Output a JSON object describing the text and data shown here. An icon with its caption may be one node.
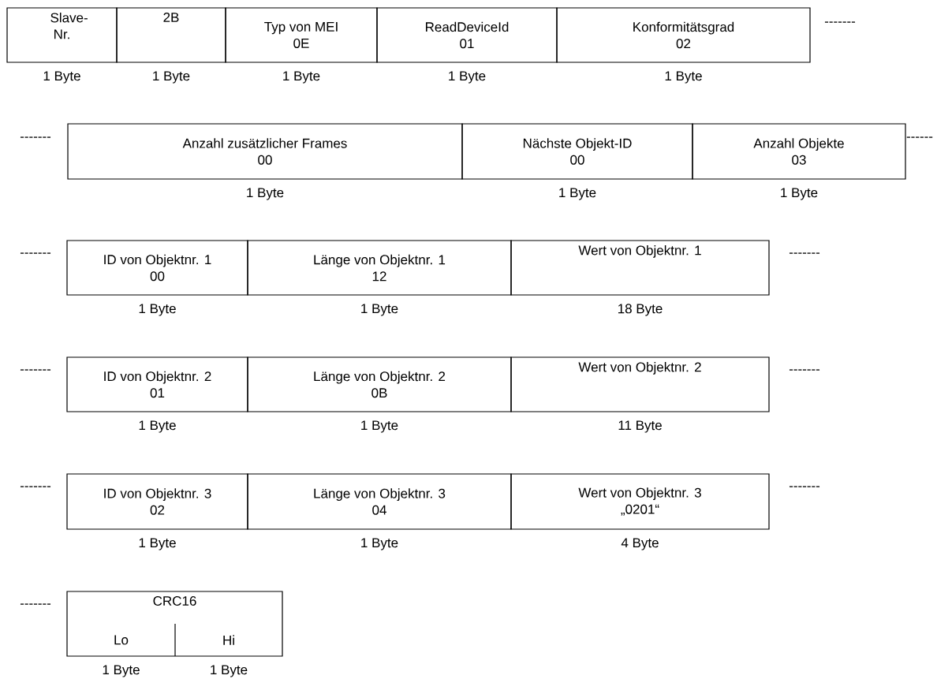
{
  "diagram": {
    "nodes": [
      {
        "text": [
          "Slave- Nr."
        ],
        "beside": [
          "1 Byte"
        ]
      },
      {
        "text": [
          "2B"
        ],
        "beside": [
          "1 Byte"
        ]
      },
      {
        "text": [
          "Typ von MEI",
          "0E"
        ],
        "beside": [
          "1 Byte"
        ]
      },
      {
        "text": [
          "ReadDeviceId",
          "01"
        ],
        "beside": [
          "1 Byte"
        ]
      },
      {
        "text": [
          "Konformitätsgrad",
          "02"
        ],
        "beside": [
          "1 Byte"
        ]
      },
      {
        "text": [
          "Anzahl zusätzlicher Frames",
          "00"
        ],
        "beside": [
          "1 Byte"
        ]
      },
      {
        "text": [
          "Nächste Objekt-ID",
          "00"
        ],
        "beside": [
          "1 Byte"
        ]
      },
      {
        "text": [
          "Anzahl Objekte",
          "03"
        ],
        "beside": [
          "1 Byte"
        ]
      },
      {
        "text": [
          "ID von Objektnr. 1",
          "00"
        ],
        "beside": [
          "1 Byte"
        ]
      },
      {
        "text": [
          "Länge von Objektnr. 1",
          "12"
        ],
        "beside": [
          "1 Byte"
        ]
      },
      {
        "text": [
          "Wert von Objektnr. 1"
        ],
        "beside": [
          "18 Byte"
        ]
      },
      {
        "text": [
          "ID von Objektnr. 2",
          "01"
        ],
        "beside": [
          "1 Byte"
        ]
      },
      {
        "text": [
          "Länge von Objektnr. 2",
          "0B"
        ],
        "beside": [
          "1 Byte"
        ]
      },
      {
        "text": [
          "Wert von Objektnr. 2"
        ],
        "beside": [
          "11 Byte"
        ]
      },
      {
        "text": [
          "ID von Objektnr. 3",
          "02"
        ],
        "beside": [
          "1 Byte"
        ]
      },
      {
        "text": [
          "Länge von Objektnr. 3",
          "04"
        ],
        "beside": [
          "1 Byte"
        ]
      },
      {
        "text": [
          "Wert von Objektnr. 3",
          "„0201“"
        ],
        "beside": [
          "4 Byte"
        ]
      },
      {
        "text": [
          "CRC16"
        ]
      },
      {
        "text": [
          "Lo"
        ],
        "in": 17,
        "beside": [
          "1 Byte"
        ]
      },
      {
        "text": [
          "Hi"
        ],
        "in": 17,
        "beside": [
          "1 Byte"
        ]
      }
    ],
    "labels": [
      "-------",
      "-------",
      "------",
      "-------",
      "-------",
      "-------",
      "-------",
      "-------",
      "-------",
      "-------"
    ]
  }
}
